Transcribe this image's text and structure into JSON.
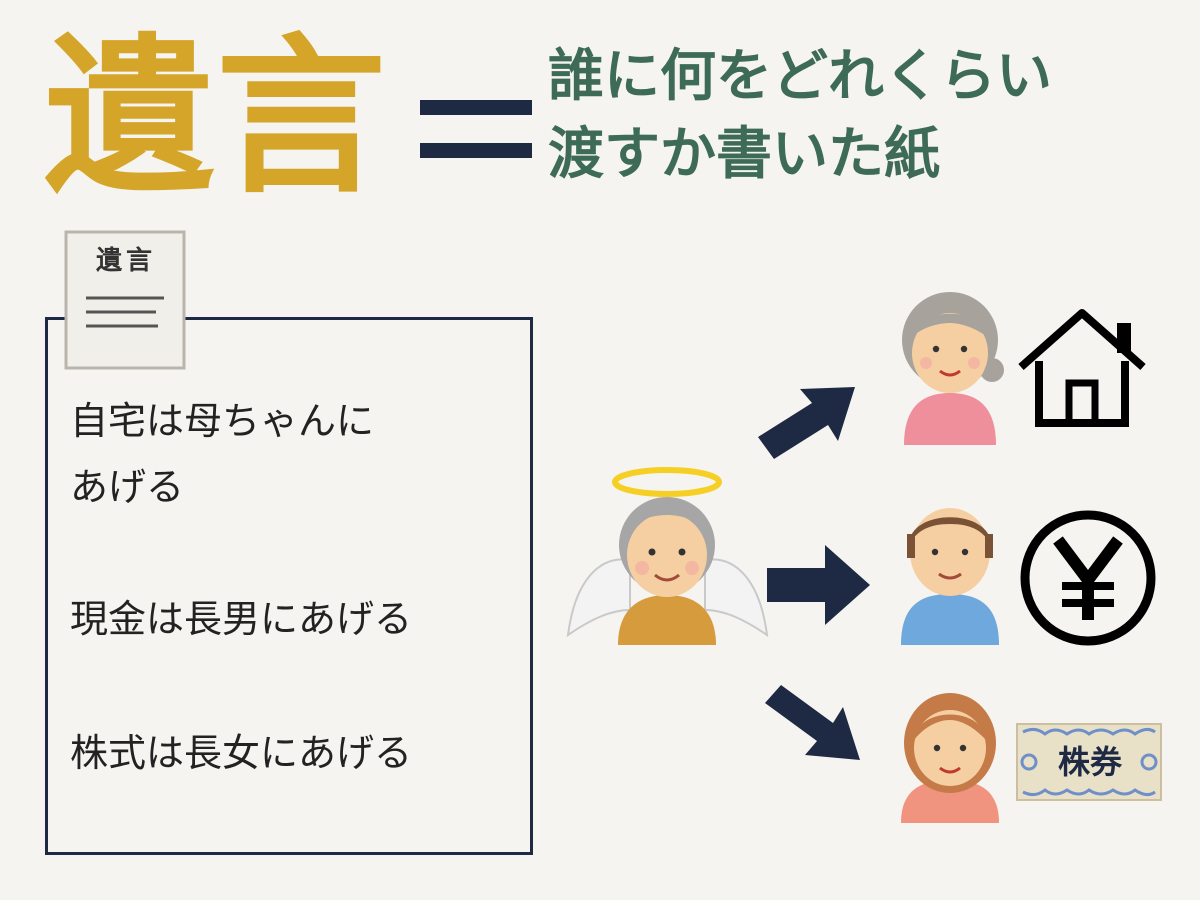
{
  "header": {
    "title": "遺言",
    "subtitle_line1": "誰に何をどれくらい",
    "subtitle_line2": "渡すか書いた紙"
  },
  "document_icon": {
    "label": "遺言"
  },
  "will_box": {
    "lines": [
      "自宅は母ちゃんに",
      "あげる",
      "現金は長男にあげる",
      "株式は長女にあげる"
    ]
  },
  "assets": {
    "house": "house-icon",
    "cash": "yen-icon",
    "stock_label": "株券"
  },
  "colors": {
    "background": "#f6f4f0",
    "title": "#d4a529",
    "subtitle": "#3e6b57",
    "navy": "#1e2a44"
  }
}
